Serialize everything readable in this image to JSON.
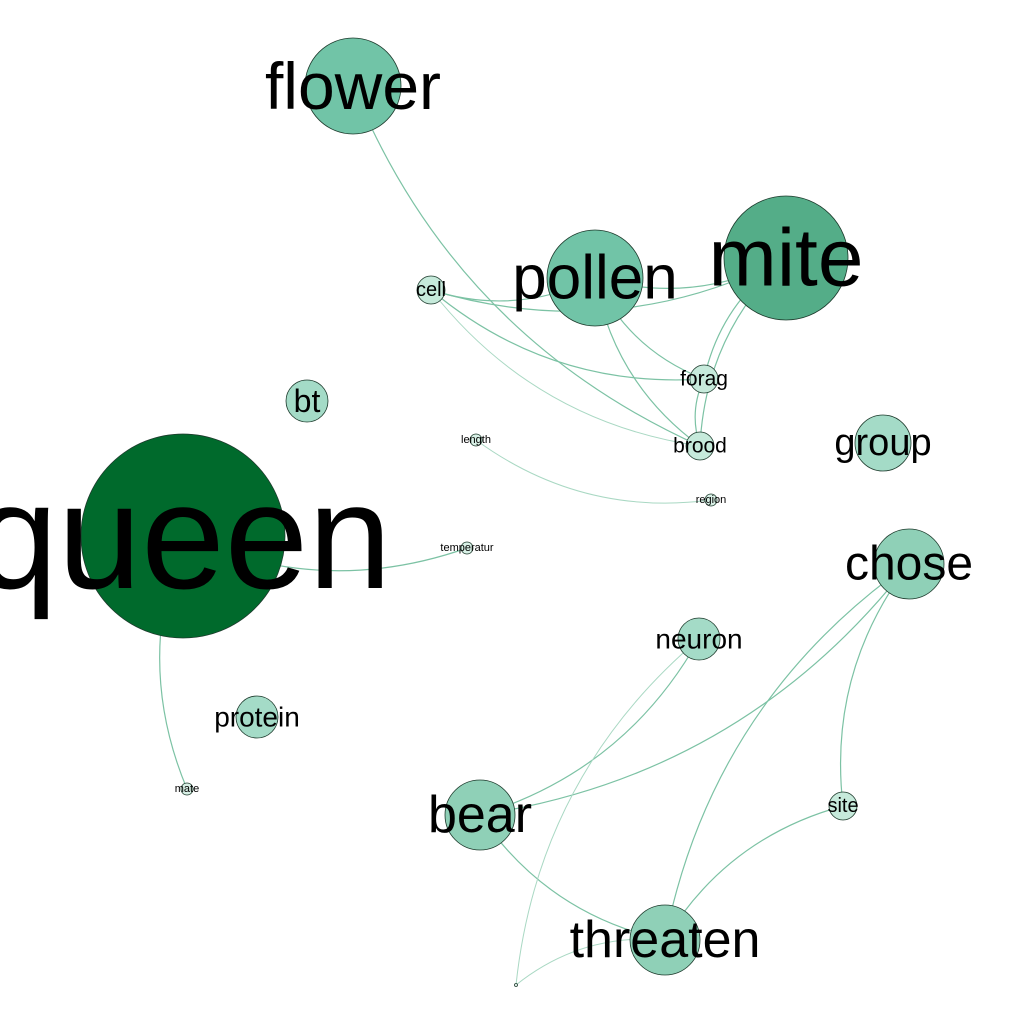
{
  "nodes": [
    {
      "id": "queen",
      "label": "queen",
      "color": "#006a2c"
    },
    {
      "id": "mite",
      "label": "mite",
      "color": "#54ad88"
    },
    {
      "id": "flower",
      "label": "flower",
      "color": "#71c4a7"
    },
    {
      "id": "pollen",
      "label": "pollen",
      "color": "#71c4a7"
    },
    {
      "id": "chose",
      "label": "chose",
      "color": "#8fd0b7"
    },
    {
      "id": "threaten",
      "label": "threaten",
      "color": "#8fd0b7"
    },
    {
      "id": "bear",
      "label": "bear",
      "color": "#8fd0b7"
    },
    {
      "id": "group",
      "label": "group",
      "color": "#a4dbc7"
    },
    {
      "id": "bt",
      "label": "bt",
      "color": "#a4dbc7"
    },
    {
      "id": "neuron",
      "label": "neuron",
      "color": "#a4dbc7"
    },
    {
      "id": "protein",
      "label": "protein",
      "color": "#a4dbc7"
    },
    {
      "id": "forag",
      "label": "forag",
      "color": "#c6eadb"
    },
    {
      "id": "brood",
      "label": "brood",
      "color": "#c6eadb"
    },
    {
      "id": "cell",
      "label": "cell",
      "color": "#c6eadb"
    },
    {
      "id": "site",
      "label": "site",
      "color": "#c6eadb"
    },
    {
      "id": "length",
      "label": "length",
      "color": "#d8f0e6"
    },
    {
      "id": "region",
      "label": "region",
      "color": "#d8f0e6"
    },
    {
      "id": "temperatur",
      "label": "temperatur",
      "color": "#d8f0e6"
    },
    {
      "id": "mate",
      "label": "mate",
      "color": "#d8f0e6"
    },
    {
      "id": "tiny",
      "label": "",
      "color": "#e6f5ee"
    }
  ],
  "edges": [
    [
      "flower",
      "brood"
    ],
    [
      "cell",
      "mite"
    ],
    [
      "cell",
      "pollen"
    ],
    [
      "cell",
      "forag"
    ],
    [
      "cell",
      "brood"
    ],
    [
      "pollen",
      "mite"
    ],
    [
      "pollen",
      "forag"
    ],
    [
      "pollen",
      "brood"
    ],
    [
      "mite",
      "forag"
    ],
    [
      "mite",
      "brood"
    ],
    [
      "forag",
      "brood"
    ],
    [
      "length",
      "region"
    ],
    [
      "queen",
      "temperatur"
    ],
    [
      "queen",
      "mate"
    ],
    [
      "bear",
      "chose"
    ],
    [
      "bear",
      "threaten"
    ],
    [
      "bear",
      "neuron"
    ],
    [
      "chose",
      "threaten"
    ],
    [
      "chose",
      "site"
    ],
    [
      "site",
      "threaten"
    ],
    [
      "neuron",
      "tiny"
    ],
    [
      "threaten",
      "tiny"
    ]
  ]
}
